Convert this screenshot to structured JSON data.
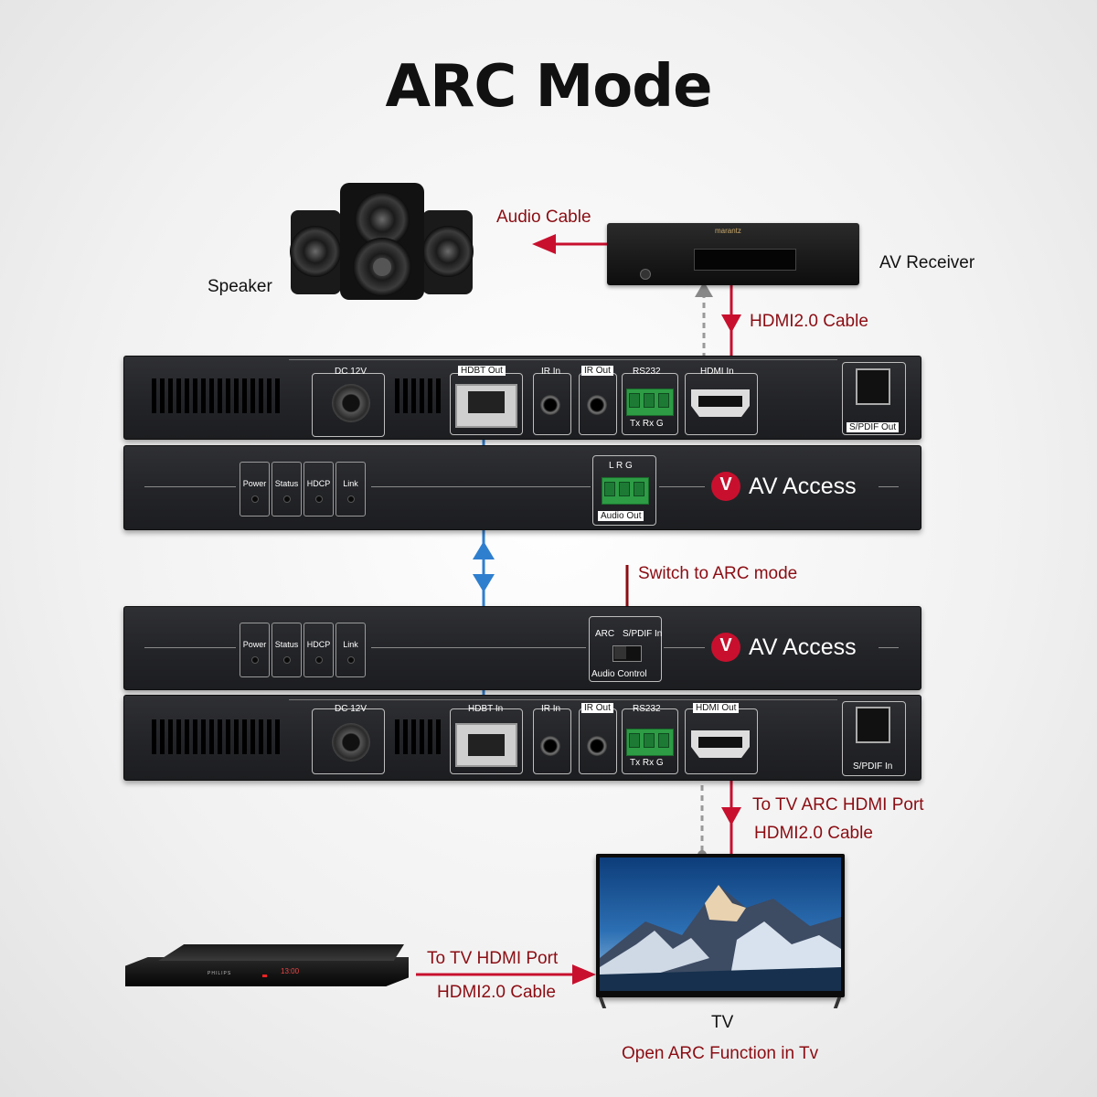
{
  "title": "ARC Mode",
  "labels": {
    "audio_cable": "Audio Cable",
    "av_receiver": "AV Receiver",
    "speaker": "Speaker",
    "hdmi_cable_top": "HDMI2.0 Cable",
    "switch_arc": "Switch to ARC mode",
    "to_tv_arc": "To TV ARC HDMI Port",
    "hdmi_cable_tv": "HDMI2.0 Cable",
    "to_tv_hdmi": "To TV HDMI Port",
    "hdmi_cable_player": "HDMI2.0 Cable",
    "tv": "TV",
    "open_arc": "Open ARC Function in Tv"
  },
  "transmitter_rear": {
    "dc": "DC 12V",
    "hdbt": "HDBT Out",
    "ir_in": "IR In",
    "ir_out": "IR Out",
    "rs232": "RS232",
    "rs232_pins": "Tx  Rx  G",
    "hdmi": "HDMI In",
    "spdif": "S/PDIF Out"
  },
  "transmitter_front": {
    "leds": [
      "Power",
      "Status",
      "HDCP",
      "Link"
    ],
    "audio_pins": "L   R   G",
    "audio_out": "Audio Out",
    "brand": "AV Access"
  },
  "receiver_front": {
    "leds": [
      "Power",
      "Status",
      "HDCP",
      "Link"
    ],
    "arc": "ARC",
    "spdif_in": "S/PDIF In",
    "audio_control": "Audio Control",
    "brand": "AV Access"
  },
  "receiver_rear": {
    "dc": "DC 12V",
    "hdbt": "HDBT In",
    "ir_in": "IR In",
    "ir_out": "IR Out",
    "rs232": "RS232",
    "rs232_pins": "Tx  Rx  G",
    "hdmi": "HDMI Out",
    "spdif": "S/PDIF In"
  },
  "devices": {
    "receiver_brand": "marantz",
    "player_brand": "PHILIPS",
    "player_display": "13:00"
  },
  "colors": {
    "accent_red": "#8b0d13",
    "arrow_red": "#c8102e",
    "hdbt_blue": "#2f7fcf",
    "panel": "#26272b"
  }
}
